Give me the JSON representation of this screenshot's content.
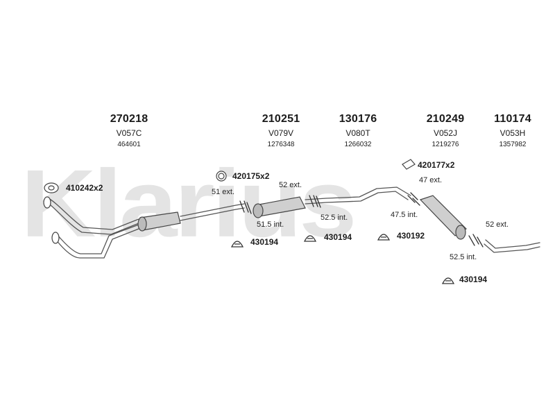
{
  "watermark": "Klarius",
  "columns": [
    {
      "part": "270218",
      "code": "V057C",
      "oe": "464601"
    },
    {
      "part": "210251",
      "code": "V079V",
      "oe": "1276348"
    },
    {
      "part": "130176",
      "code": "V080T",
      "oe": "1266032"
    },
    {
      "part": "210249",
      "code": "V052J",
      "oe": "1219276"
    },
    {
      "part": "110174",
      "code": "V053H",
      "oe": "1357982"
    }
  ],
  "fittings": [
    {
      "part": "410242x2"
    },
    {
      "part": "420175x2"
    },
    {
      "part": "420177x2"
    },
    {
      "part": "430194"
    },
    {
      "part": "430194"
    },
    {
      "part": "430192"
    },
    {
      "part": "430194"
    }
  ],
  "dimensions": [
    "51 ext.",
    "52 ext.",
    "47 ext.",
    "51.5 int.",
    "52.5 int.",
    "47.5 int.",
    "52 ext.",
    "52.5 int."
  ]
}
